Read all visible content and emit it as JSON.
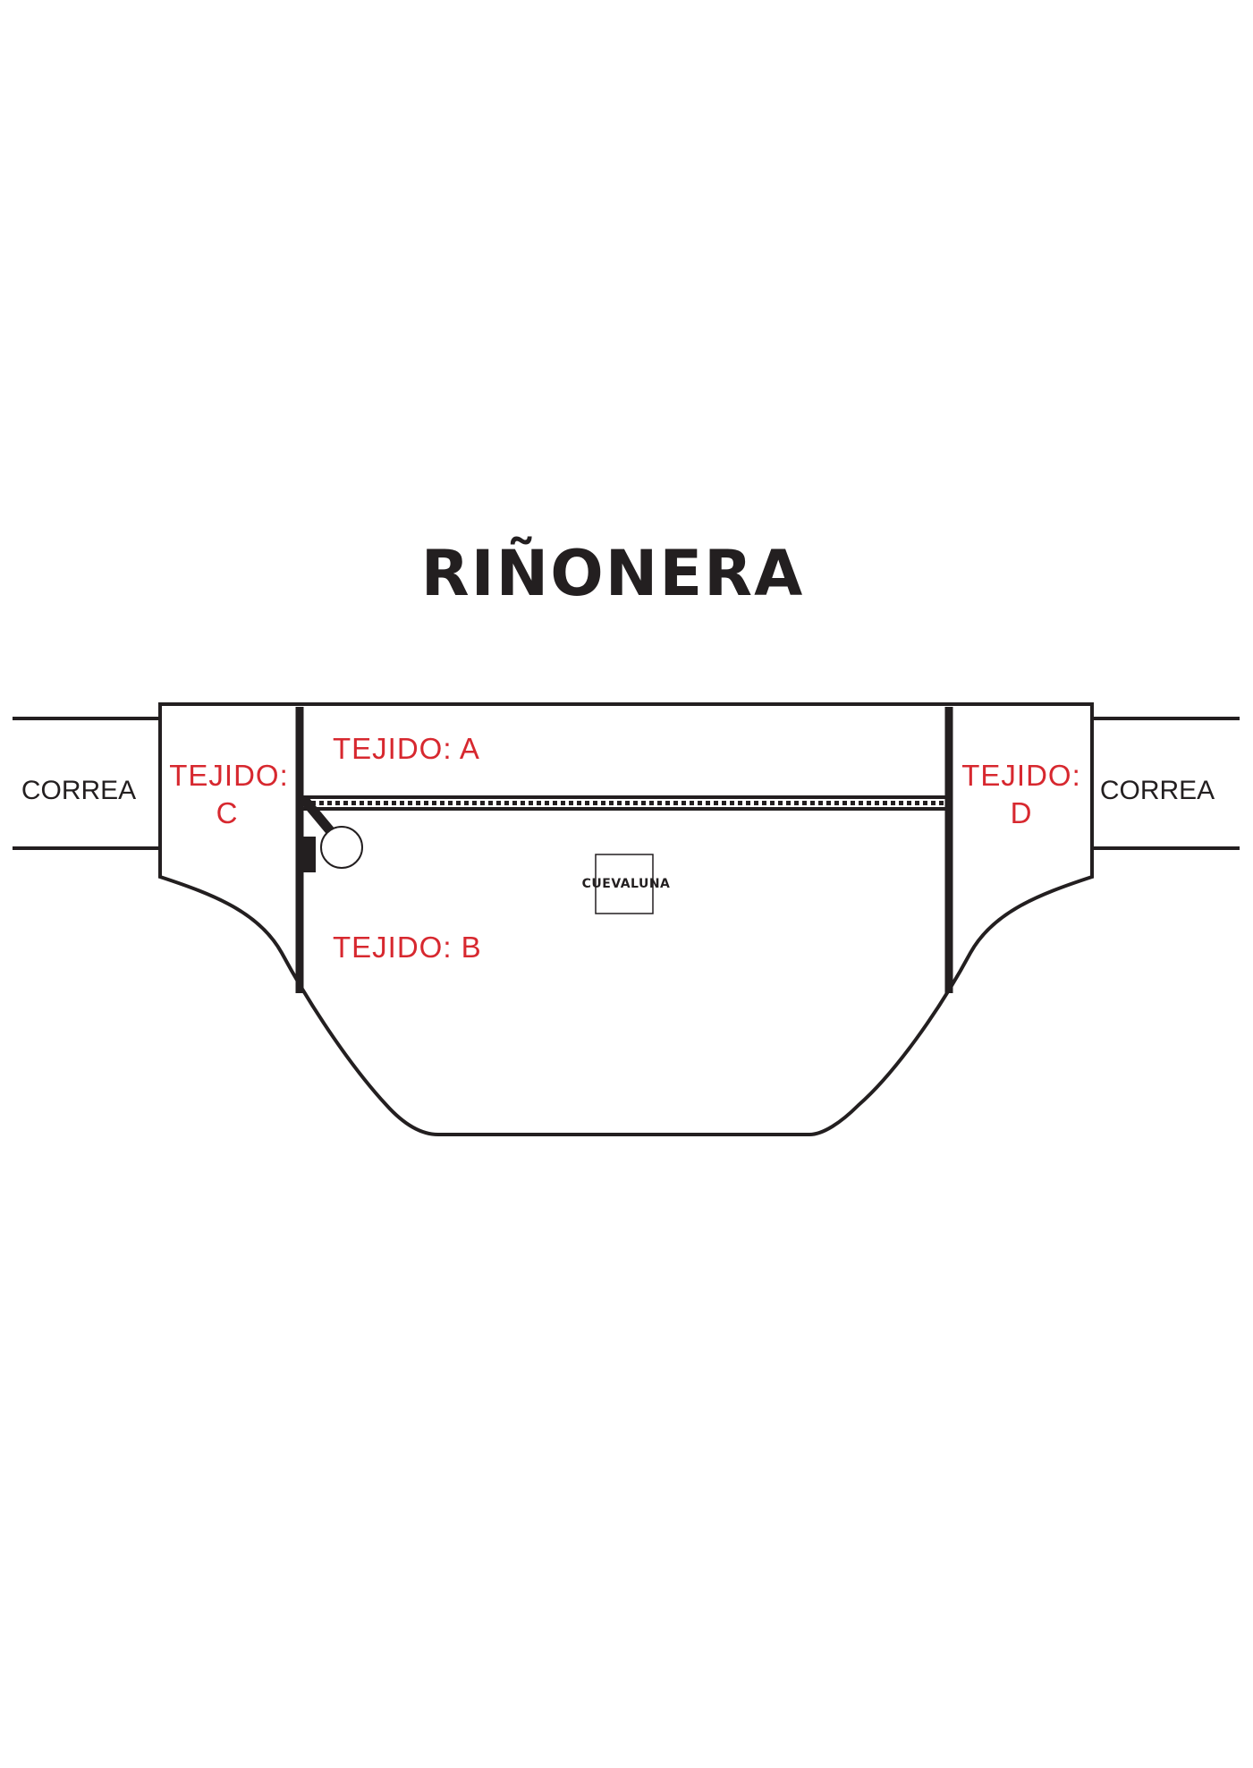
{
  "title": "RIÑONERA",
  "labels": {
    "fabric_a": "TEJIDO: A",
    "fabric_b": "TEJIDO: B",
    "fabric_c_line1": "TEJIDO:",
    "fabric_c_line2": "C",
    "fabric_d_line1": "TEJIDO:",
    "fabric_d_line2": "D",
    "strap_left": "CORREA",
    "strap_right": "CORREA"
  },
  "logo": {
    "text": "CUEVALUNA"
  },
  "colors": {
    "outline": "#231f20",
    "label_red": "#d7282f",
    "text_black": "#231f20",
    "background": "#ffffff"
  },
  "icons": {
    "zipper": "zipper-icon",
    "zipper_pull": "zipper-pull-icon",
    "key_ring": "key-ring-icon"
  }
}
